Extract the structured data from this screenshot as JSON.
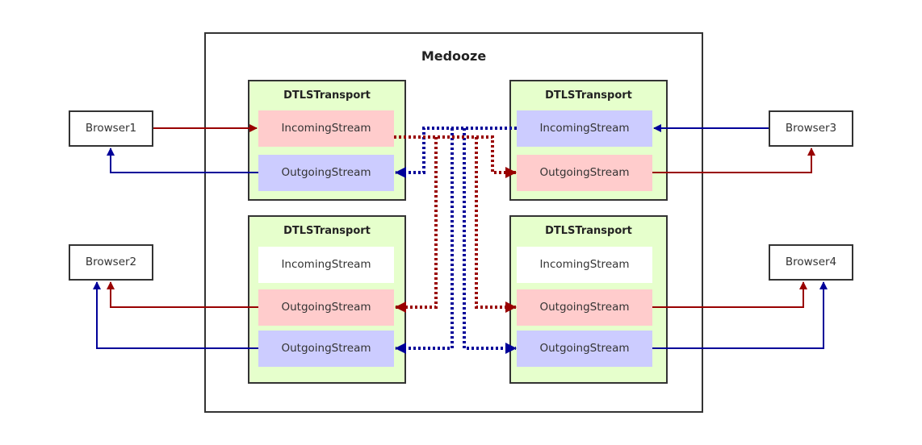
{
  "server": {
    "title": "Medooze"
  },
  "transports": [
    {
      "title": "DTLSTransport",
      "streams": [
        {
          "label": "IncomingStream",
          "color": "red"
        },
        {
          "label": "OutgoingStream",
          "color": "blue"
        }
      ]
    },
    {
      "title": "DTLSTransport",
      "streams": [
        {
          "label": "IncomingStream",
          "color": "blue"
        },
        {
          "label": "OutgoingStream",
          "color": "red"
        }
      ]
    },
    {
      "title": "DTLSTransport",
      "streams": [
        {
          "label": "IncomingStream",
          "color": "white"
        },
        {
          "label": "OutgoingStream",
          "color": "red"
        },
        {
          "label": "OutgoingStream",
          "color": "blue"
        }
      ]
    },
    {
      "title": "DTLSTransport",
      "streams": [
        {
          "label": "IncomingStream",
          "color": "white"
        },
        {
          "label": "OutgoingStream",
          "color": "red"
        },
        {
          "label": "OutgoingStream",
          "color": "blue"
        }
      ]
    }
  ],
  "browsers": [
    {
      "label": "Browser1"
    },
    {
      "label": "Browser2"
    },
    {
      "label": "Browser3"
    },
    {
      "label": "Browser4"
    }
  ],
  "colors": {
    "red": "#990000",
    "blue": "#000099",
    "red_fill": "#ffcccc",
    "blue_fill": "#ccccff",
    "transport_fill": "#e6ffcc"
  }
}
